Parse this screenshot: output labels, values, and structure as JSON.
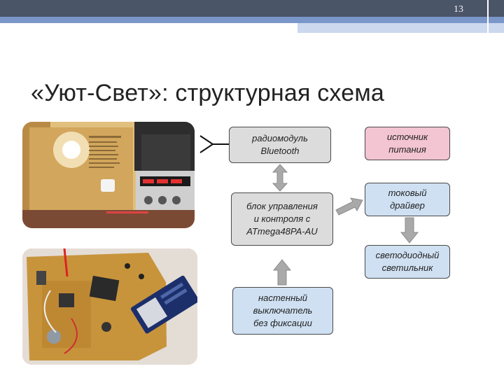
{
  "slide": {
    "page_number": "13",
    "title": "«Уют-Свет»: структурная схема"
  },
  "diagram": {
    "radio_module": "радиомодуль\nBluetooth",
    "power_source": "источник\nпитания",
    "control_unit": "блок управления\nи контроля с\nATmega48PA-AU",
    "current_driver": "токовый\nдрайвер",
    "led_lamp": "светодиодный\nсветильник",
    "wall_switch": "настенный\nвыключатель\nбез фиксации"
  },
  "photos": {
    "top": "lamp-demo-photo",
    "bottom": "circuit-board-photo"
  },
  "colors": {
    "header_dark": "#4b5568",
    "header_blue": "#7b97c9",
    "box_gray": "#dcdcdc",
    "box_pink": "#f3c4d2",
    "box_blue": "#cfe0f2",
    "arrow_gray": "#a9a9a9"
  }
}
